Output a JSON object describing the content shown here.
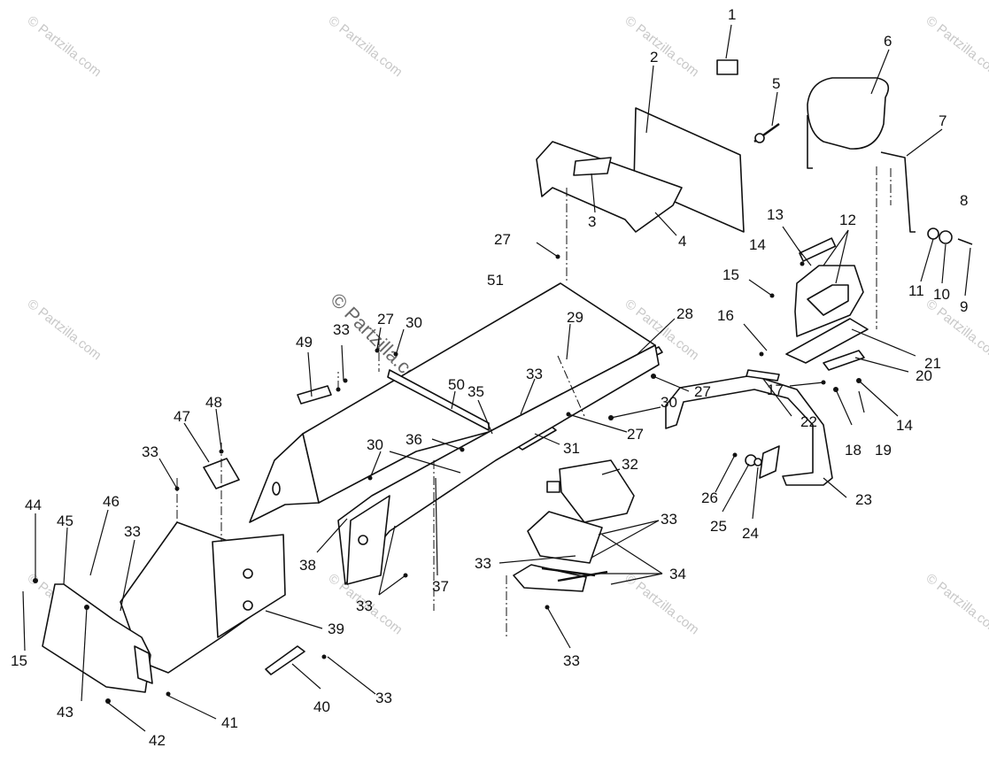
{
  "diagram": {
    "callouts": [
      {
        "id": "c1",
        "label": "1"
      },
      {
        "id": "c2",
        "label": "2"
      },
      {
        "id": "c3",
        "label": "3"
      },
      {
        "id": "c4",
        "label": "4"
      },
      {
        "id": "c5",
        "label": "5"
      },
      {
        "id": "c6",
        "label": "6"
      },
      {
        "id": "c7",
        "label": "7"
      },
      {
        "id": "c8",
        "label": "8"
      },
      {
        "id": "c9",
        "label": "9"
      },
      {
        "id": "c10",
        "label": "10"
      },
      {
        "id": "c11",
        "label": "11"
      },
      {
        "id": "c12",
        "label": "12"
      },
      {
        "id": "c13",
        "label": "13"
      },
      {
        "id": "c14a",
        "label": "14"
      },
      {
        "id": "c14b",
        "label": "14"
      },
      {
        "id": "c15a",
        "label": "15"
      },
      {
        "id": "c15b",
        "label": "15"
      },
      {
        "id": "c16",
        "label": "16"
      },
      {
        "id": "c17",
        "label": "17"
      },
      {
        "id": "c18",
        "label": "18"
      },
      {
        "id": "c19",
        "label": "19"
      },
      {
        "id": "c20",
        "label": "20"
      },
      {
        "id": "c21",
        "label": "21"
      },
      {
        "id": "c22",
        "label": "22"
      },
      {
        "id": "c23",
        "label": "23"
      },
      {
        "id": "c24",
        "label": "24"
      },
      {
        "id": "c25",
        "label": "25"
      },
      {
        "id": "c26",
        "label": "26"
      },
      {
        "id": "c27a",
        "label": "27"
      },
      {
        "id": "c27b",
        "label": "27"
      },
      {
        "id": "c27c",
        "label": "27"
      },
      {
        "id": "c27d",
        "label": "27"
      },
      {
        "id": "c28",
        "label": "28"
      },
      {
        "id": "c29",
        "label": "29"
      },
      {
        "id": "c30a",
        "label": "30"
      },
      {
        "id": "c30b",
        "label": "30"
      },
      {
        "id": "c30c",
        "label": "30"
      },
      {
        "id": "c31",
        "label": "31"
      },
      {
        "id": "c32",
        "label": "32"
      },
      {
        "id": "c33a",
        "label": "33"
      },
      {
        "id": "c33b",
        "label": "33"
      },
      {
        "id": "c33c",
        "label": "33"
      },
      {
        "id": "c33d",
        "label": "33"
      },
      {
        "id": "c33e",
        "label": "33"
      },
      {
        "id": "c33f",
        "label": "33"
      },
      {
        "id": "c33g",
        "label": "33"
      },
      {
        "id": "c33h",
        "label": "33"
      },
      {
        "id": "c33i",
        "label": "33"
      },
      {
        "id": "c34",
        "label": "34"
      },
      {
        "id": "c35",
        "label": "35"
      },
      {
        "id": "c36",
        "label": "36"
      },
      {
        "id": "c37",
        "label": "37"
      },
      {
        "id": "c38",
        "label": "38"
      },
      {
        "id": "c39",
        "label": "39"
      },
      {
        "id": "c40",
        "label": "40"
      },
      {
        "id": "c41",
        "label": "41"
      },
      {
        "id": "c42",
        "label": "42"
      },
      {
        "id": "c43",
        "label": "43"
      },
      {
        "id": "c44",
        "label": "44"
      },
      {
        "id": "c45",
        "label": "45"
      },
      {
        "id": "c46",
        "label": "46"
      },
      {
        "id": "c47",
        "label": "47"
      },
      {
        "id": "c48",
        "label": "48"
      },
      {
        "id": "c49",
        "label": "49"
      },
      {
        "id": "c50",
        "label": "50"
      },
      {
        "id": "c51",
        "label": "51"
      }
    ]
  },
  "watermark": {
    "text": "© Partzilla.com",
    "center_text": "© Partzilla.com"
  }
}
